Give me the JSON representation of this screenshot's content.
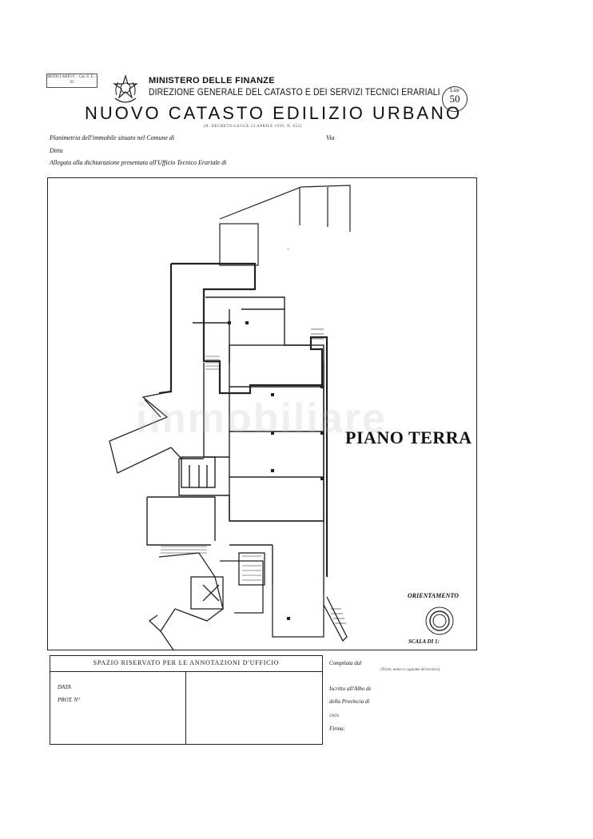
{
  "header": {
    "stamp_text": "MODULARIO F. - Cat. S. E. - 93",
    "ministry": "MINISTERO DELLE FINANZE",
    "direzione": "DIREZIONE GENERALE DEL CATASTO E DEI SERVIZI TECNICI ERARIALI",
    "title": "NUOVO CATASTO EDILIZIO URBANO",
    "decree": "(R. DECRETO-LEGGE 13 APRILE 1939, N. 652)",
    "lire_label": "Lire",
    "lire_value": "50"
  },
  "form_lines": {
    "planimetria": "Planimetria dell'immobile situato nel Comune di",
    "via": "Via",
    "ditta": "Ditta",
    "allegata": "Allegata alla dichiarazione presentata all'Ufficio Tecnico Erariale di"
  },
  "plan": {
    "label": "PIANO TERRA",
    "orientamento": "ORIENTAMENTO",
    "scala": "SCALA DI 1:",
    "watermark": "immobiliare"
  },
  "office_box": {
    "header": "SPAZIO RISERVATO PER LE ANNOTAZIONI D'UFFICIO",
    "data": "DATA",
    "prot": "PROT. N°"
  },
  "right_box": {
    "compilata": "Compilata dal",
    "compilata_note": "(Titolo, nome e cognome del tecnico)",
    "iscritto": "Iscritto all'Albo de",
    "provincia": "della Provincia di",
    "data": "DATA",
    "firma": "Firma:"
  }
}
